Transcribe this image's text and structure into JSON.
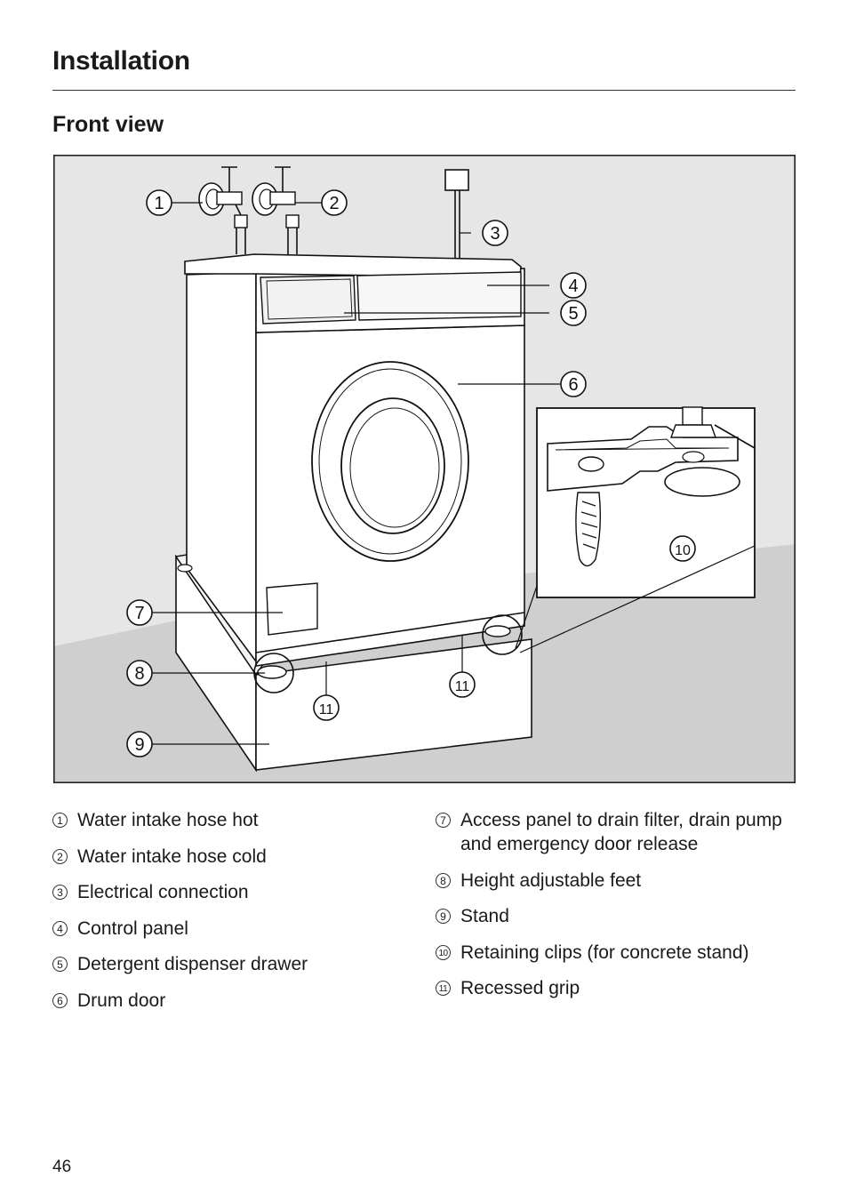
{
  "header": {
    "title": "Installation"
  },
  "section": {
    "title": "Front view"
  },
  "figure": {
    "callouts": [
      "1",
      "2",
      "3",
      "4",
      "5",
      "6",
      "7",
      "8",
      "9",
      "10",
      "11",
      "11"
    ]
  },
  "legend": {
    "left": [
      {
        "num": "1",
        "text": "Water intake hose hot"
      },
      {
        "num": "2",
        "text": "Water intake hose cold"
      },
      {
        "num": "3",
        "text": "Electrical connection"
      },
      {
        "num": "4",
        "text": "Control panel"
      },
      {
        "num": "5",
        "text": "Detergent dispenser drawer"
      },
      {
        "num": "6",
        "text": "Drum door"
      }
    ],
    "right": [
      {
        "num": "7",
        "text": "Access panel to drain filter, drain pump and emergency door release"
      },
      {
        "num": "8",
        "text": "Height adjustable feet"
      },
      {
        "num": "9",
        "text": "Stand"
      },
      {
        "num": "10",
        "text": "Retaining clips (for concrete stand)"
      },
      {
        "num": "11",
        "text": "Recessed grip"
      }
    ]
  },
  "footer": {
    "page_number": "46"
  }
}
